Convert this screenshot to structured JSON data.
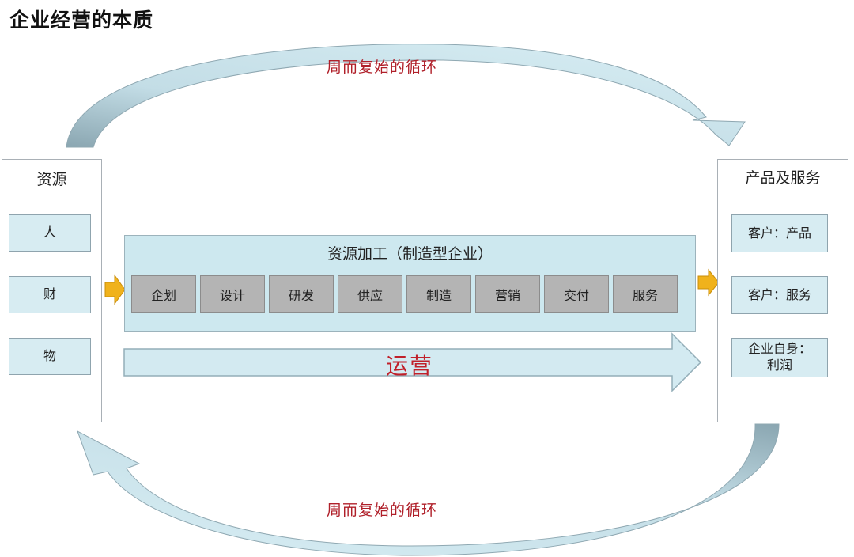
{
  "title": "企业经营的本质",
  "cycle_top": "周而复始的循环",
  "cycle_bottom": "周而复始的循环",
  "resources": {
    "title": "资源",
    "items": [
      "人",
      "财",
      "物"
    ]
  },
  "process": {
    "title": "资源加工（制造型企业）",
    "stages": [
      "企划",
      "设计",
      "研发",
      "供应",
      "制造",
      "营销",
      "交付",
      "服务"
    ]
  },
  "operations_label": "运营",
  "outputs": {
    "title": "产品及服务",
    "items": [
      "客户：产品",
      "客户：服务",
      "企业自身：\n利润"
    ]
  },
  "colors": {
    "arrow_fill": "#d3eaf1",
    "arrow_shade": "#93aeb8",
    "process_fill": "#cde8ef",
    "stage_fill": "#b4b4b4",
    "small_arrow": "#f0b21c",
    "accent_red": "#b0202a"
  }
}
